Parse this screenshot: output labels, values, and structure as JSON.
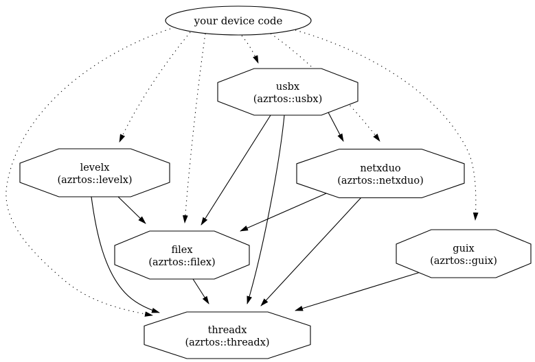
{
  "diagram": {
    "background_color": "#ffffff",
    "line_color": "#000000",
    "nodes": [
      {
        "id": "device",
        "shape": "ellipse",
        "lines": [
          "your device code"
        ]
      },
      {
        "id": "usbx",
        "shape": "octagon",
        "lines": [
          "usbx",
          "(azrtos::usbx)"
        ]
      },
      {
        "id": "levelx",
        "shape": "octagon",
        "lines": [
          "levelx",
          "(azrtos::levelx)"
        ]
      },
      {
        "id": "netxduo",
        "shape": "octagon",
        "lines": [
          "netxduo",
          "(azrtos::netxduo)"
        ]
      },
      {
        "id": "filex",
        "shape": "octagon",
        "lines": [
          "filex",
          "(azrtos::filex)"
        ]
      },
      {
        "id": "guix",
        "shape": "octagon",
        "lines": [
          "guix",
          "(azrtos::guix)"
        ]
      },
      {
        "id": "threadx",
        "shape": "octagon",
        "lines": [
          "threadx",
          "(azrtos::threadx)"
        ]
      }
    ],
    "edges": [
      {
        "from": "device",
        "to": "usbx",
        "style": "dotted"
      },
      {
        "from": "device",
        "to": "levelx",
        "style": "dotted"
      },
      {
        "from": "device",
        "to": "filex",
        "style": "dotted"
      },
      {
        "from": "device",
        "to": "netxduo",
        "style": "dotted"
      },
      {
        "from": "device",
        "to": "guix",
        "style": "dotted"
      },
      {
        "from": "device",
        "to": "threadx",
        "style": "dotted"
      },
      {
        "from": "usbx",
        "to": "netxduo",
        "style": "solid"
      },
      {
        "from": "usbx",
        "to": "filex",
        "style": "solid"
      },
      {
        "from": "usbx",
        "to": "threadx",
        "style": "solid"
      },
      {
        "from": "levelx",
        "to": "filex",
        "style": "solid"
      },
      {
        "from": "levelx",
        "to": "threadx",
        "style": "solid"
      },
      {
        "from": "netxduo",
        "to": "filex",
        "style": "solid"
      },
      {
        "from": "netxduo",
        "to": "threadx",
        "style": "solid"
      },
      {
        "from": "filex",
        "to": "threadx",
        "style": "solid"
      },
      {
        "from": "guix",
        "to": "threadx",
        "style": "solid"
      }
    ]
  }
}
